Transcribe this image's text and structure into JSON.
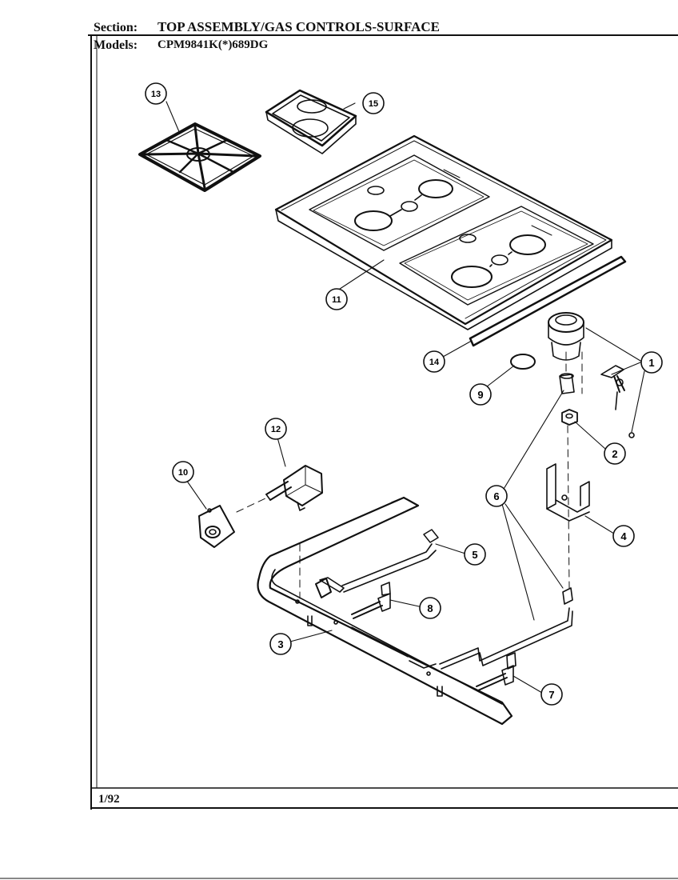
{
  "header": {
    "section_label": "Section:",
    "section_title": "TOP ASSEMBLY/GAS CONTROLS-SURFACE",
    "models_label": "Models:",
    "models_value": "CPM9841K(*)689DG"
  },
  "footer": {
    "date": "1/92"
  },
  "callouts": [
    "1",
    "2",
    "3",
    "4",
    "5",
    "6",
    "7",
    "8",
    "9",
    "10",
    "11",
    "12",
    "13",
    "14",
    "15"
  ],
  "colors": {
    "ink": "#111111",
    "paper": "#ffffff"
  }
}
